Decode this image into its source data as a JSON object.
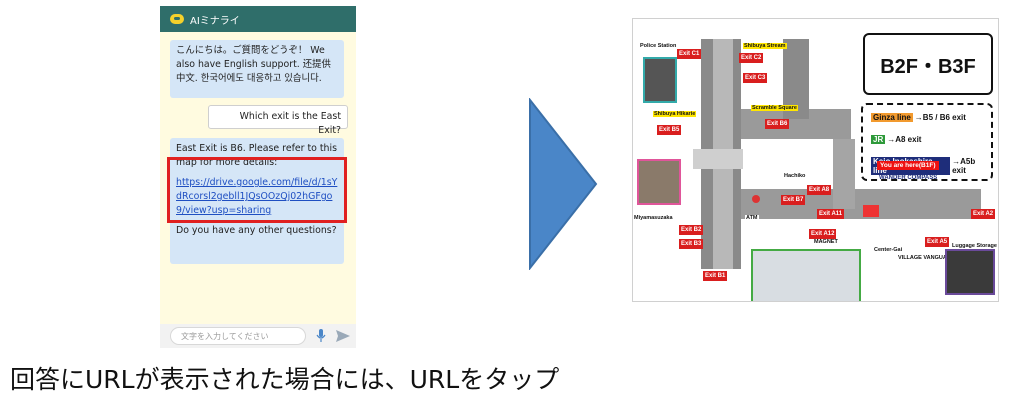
{
  "chat": {
    "app_title": "AIミナライ",
    "messages": {
      "bot_greeting": "こんにちは。ご質問をどうぞ！ We also have English support. 还提供中文. 한국어에도 대응하고 있습니다.",
      "user_question": "Which exit is the East Exit?",
      "bot_answer_intro": "East Exit is B6. Please refer to this map for more details:",
      "bot_answer_link": "https://drive.google.com/file/d/1sYdRcorsl2gebll1JQsOOzQj02hGFgo9/view?usp=sharing",
      "bot_answer_followup": "Do you have any other questions?"
    },
    "input_placeholder": "文字を入力してください"
  },
  "map": {
    "floor_title": "B2F・B3F",
    "legend": {
      "ginza": "Ginza line",
      "ginza_exits": "→B5 / B6 exit",
      "jr": "JR",
      "jr_exit": "→A8 exit",
      "keio": "Keio Inokashira line",
      "keio_exit": "→A5b exit"
    },
    "you_are_here": "You are here(B1F)",
    "wander_compass": "WANDER COMPASS",
    "labels": {
      "police": "Police Station",
      "shibuya_stream": "Shibuya Stream",
      "hikarie": "Shibuya Hikarie",
      "scramble": "Scramble Square",
      "hachiko": "Hachiko",
      "miyamasuzaka": "Miyamasuzaka",
      "center_gai": "Center-Gai",
      "luggage": "Luggage Storage",
      "magnet": "MAGNET",
      "atm": "ATM",
      "village": "VILLAGE VANGUARD"
    },
    "exits": [
      "Exit C1",
      "Exit C2",
      "Exit C3",
      "Exit B5",
      "Exit B6",
      "Exit B7",
      "Exit B1",
      "Exit B2",
      "Exit B3",
      "Exit A8",
      "Exit A11",
      "Exit A12",
      "Exit A5",
      "Exit A2"
    ]
  },
  "caption": "回答にURLが表示された場合には、URLをタップ",
  "colors": {
    "header": "#2f6e6a",
    "chat_bg": "#fffbe0",
    "bot_bubble": "#d5e6f7",
    "highlight": "#e02020",
    "arrow": "#4a86c8"
  }
}
